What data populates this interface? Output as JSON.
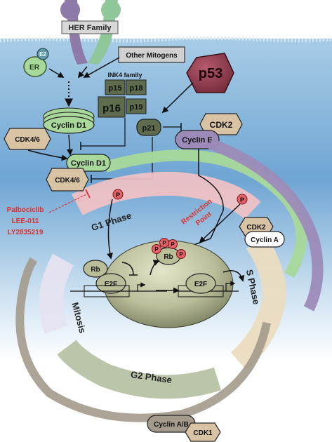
{
  "receptor": {
    "label": "HER Family"
  },
  "er": {
    "label": "ER",
    "ligand": "E2"
  },
  "other_mitogens": "Other Mitogens",
  "ink4": {
    "title": "INK4 family",
    "members": [
      "p15",
      "p18",
      "p16",
      "p19"
    ]
  },
  "p53": "p53",
  "p21": "p21",
  "cdk2": "CDK2",
  "cyclin_e": "Cyclin E",
  "cyclin_d1_stack": "Cyclin D1",
  "cdk46_left": "CDK4/6",
  "cyclin_d1_complex": "Cyclin D1",
  "cdk46_complex": "CDK4/6",
  "inhibitors": [
    "Palbociclib",
    "LEE-011",
    "LY2835219"
  ],
  "phosphate": "P",
  "rb": "Rb",
  "e2f": "E2F",
  "phases": {
    "g1": "G1 Phase",
    "restriction": [
      "Restriction",
      "Point"
    ],
    "s": "S Phase",
    "g2": "G2 Phase",
    "mitosis": "Mitosis"
  },
  "cdk2_cyclin_a": {
    "cdk": "CDK2",
    "cyclin": "Cyclin A"
  },
  "cyclin_ab_cdk1": {
    "cyclin": "Cyclin A/B",
    "cdk": "CDK1"
  },
  "colors": {
    "background_top": "#a7cbe6",
    "background_bottom": "#ffffff",
    "receptor_purple": "#8e7aa8",
    "receptor_green": "#8fc79b",
    "cyclin_green": "#a8d89a",
    "cdk_tan": "#d9c3a5",
    "ink4_box": "#5e6b4c",
    "p53_red": "#8c3a4c",
    "cyclin_e_purple": "#9c8bb8",
    "phosphate_red": "#e26066",
    "inhibitor_red": "#e0302c"
  }
}
